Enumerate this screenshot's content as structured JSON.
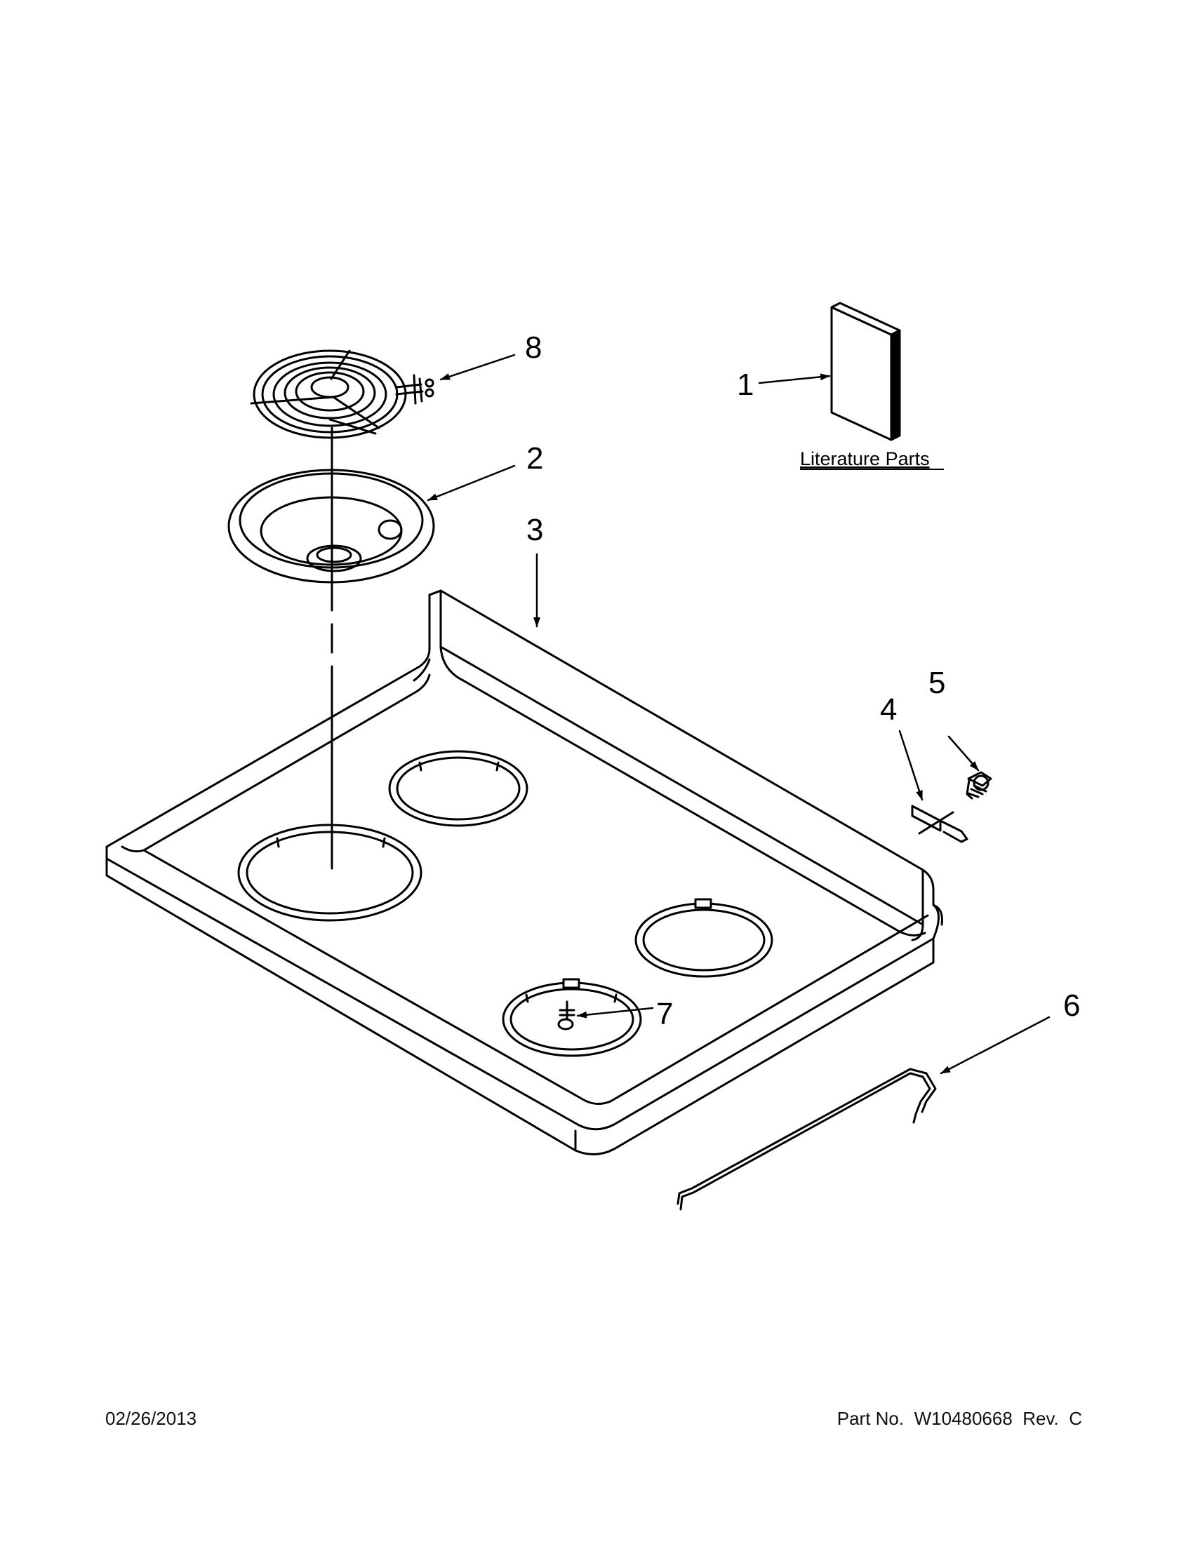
{
  "callouts": {
    "c1": "1",
    "c2": "2",
    "c3": "3",
    "c4": "4",
    "c5": "5",
    "c6": "6",
    "c7": "7",
    "c8": "8"
  },
  "literature_label": "Literature Parts",
  "footer": {
    "date": "02/26/2013",
    "part_number": "Part No.  W10480668  Rev.  C"
  }
}
